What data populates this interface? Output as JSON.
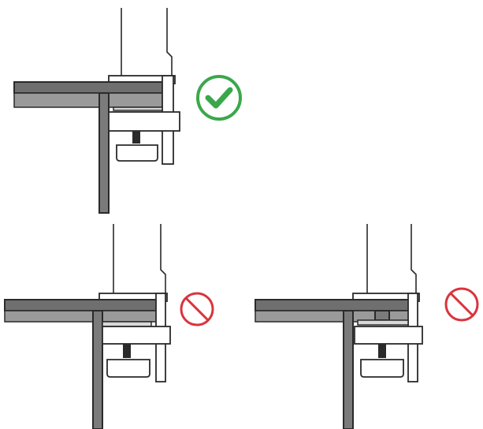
{
  "diagram": {
    "panels": [
      {
        "id": "correct",
        "status": "ok",
        "icon": "check-circle-icon"
      },
      {
        "id": "wrong-1",
        "status": "bad",
        "icon": "prohibited-icon"
      },
      {
        "id": "wrong-2",
        "status": "bad",
        "icon": "prohibited-icon"
      }
    ],
    "colors": {
      "ok": "#3aa84a",
      "bad": "#d9343d",
      "desk": "#6f6f6f",
      "outline": "#2a2a2a"
    }
  }
}
